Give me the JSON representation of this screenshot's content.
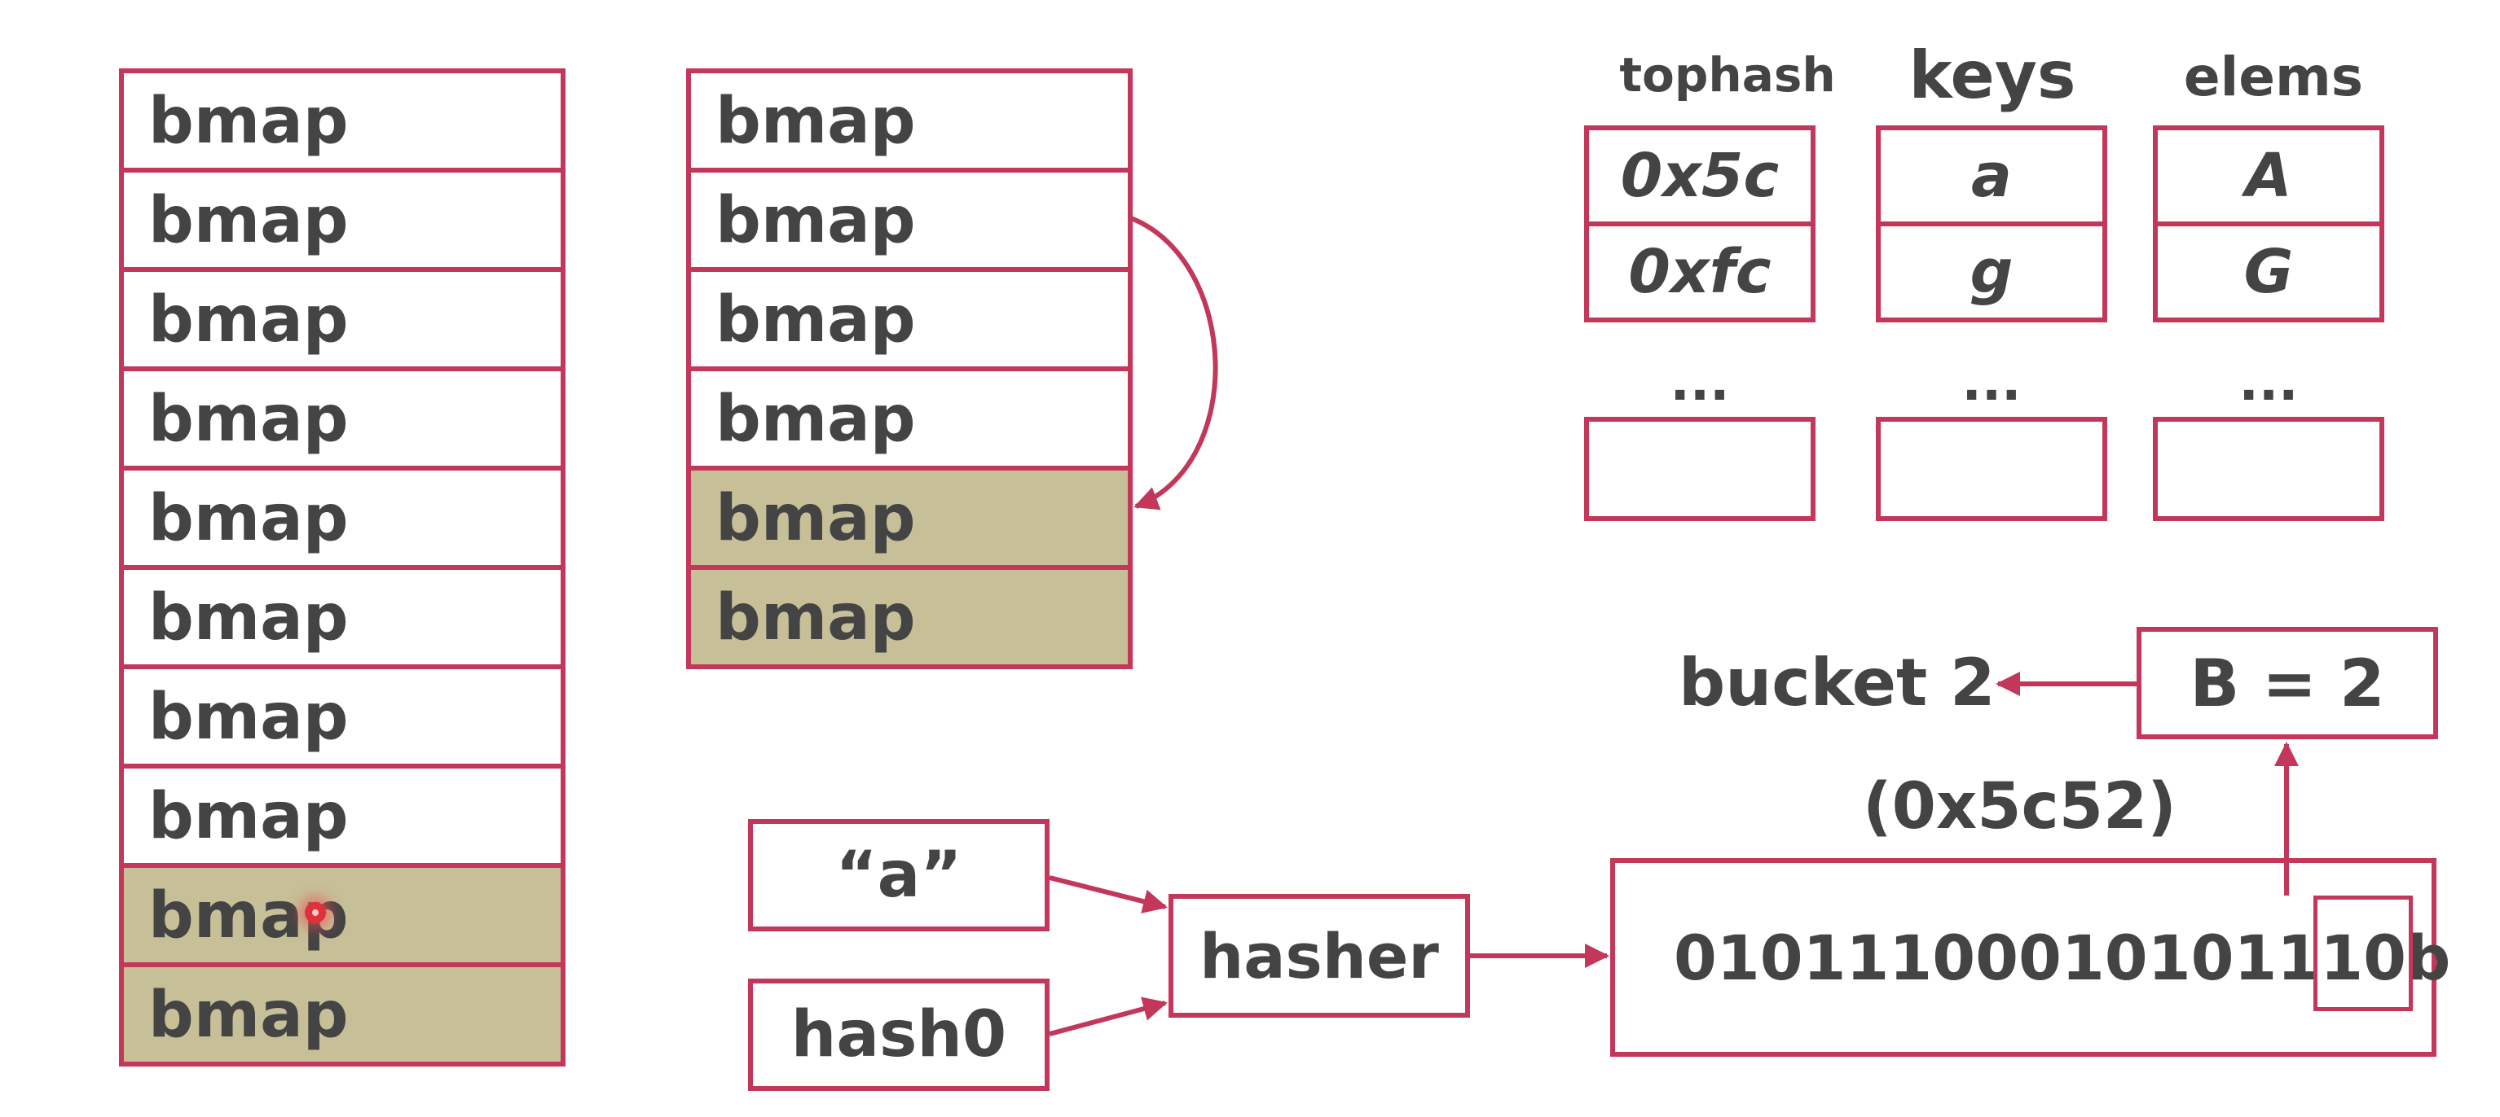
{
  "bucket_column_1": {
    "rows": [
      "bmap",
      "bmap",
      "bmap",
      "bmap",
      "bmap",
      "bmap",
      "bmap",
      "bmap",
      "bmap",
      "bmap"
    ],
    "shaded": [
      false,
      false,
      false,
      false,
      false,
      false,
      false,
      false,
      true,
      true
    ]
  },
  "bucket_column_2": {
    "rows": [
      "bmap",
      "bmap",
      "bmap",
      "bmap",
      "bmap",
      "bmap"
    ],
    "shaded": [
      false,
      false,
      false,
      false,
      true,
      true
    ]
  },
  "bmap_struct": {
    "tophash": {
      "header": "tophash",
      "cells": [
        "0x5c",
        "0xfc"
      ],
      "ellipsis": "..."
    },
    "keys": {
      "header": "keys",
      "cells": [
        "a",
        "g"
      ],
      "ellipsis": "..."
    },
    "elems": {
      "header": "elems",
      "cells": [
        "A",
        "G"
      ],
      "ellipsis": "..."
    }
  },
  "hash_flow": {
    "key_input": "“a”",
    "seed_input": "hash0",
    "hasher": "hasher",
    "hash_hex": "(0x5c52)",
    "hash_bits": "010111000101011",
    "hash_bits_selected": "10",
    "hash_bits_suffix": "b",
    "b_value": "B = 2",
    "bucket_result": "bucket 2"
  },
  "colors": {
    "border": "#c2375a",
    "shaded_fill": "#c6bf98",
    "text": "#444444"
  }
}
